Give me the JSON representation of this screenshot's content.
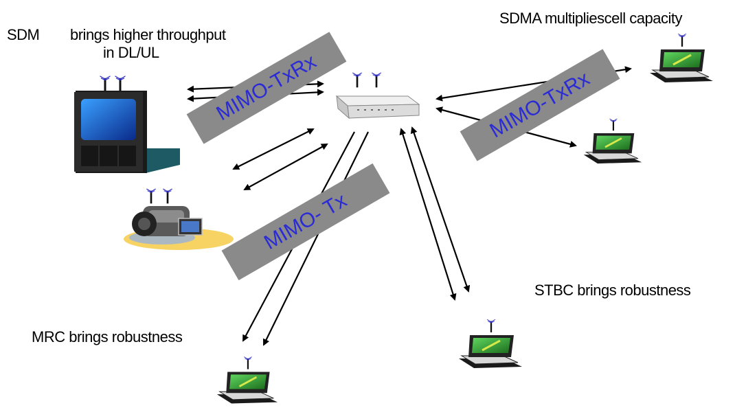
{
  "labels": {
    "sdm": "SDM",
    "sdm_desc_line1": "brings higher throughput",
    "sdm_desc_line2": "in DL/UL",
    "sdma": "SDMA multipliescell capacity",
    "stbc": "STBC brings robustness",
    "mrc": "MRC brings robustness"
  },
  "bands": {
    "upper_left": "MIMO-TxRx",
    "upper_right": "MIMO-TxRx",
    "lower": "MIMO- Tx"
  },
  "icons": {
    "access_point": "wireless-access-point",
    "tv": "television-with-antennas",
    "camera": "camcorder-with-antennas",
    "laptop": "laptop-with-antennas"
  },
  "colors": {
    "band_fill": "#8a8a8a",
    "band_text": "#2b2bd6",
    "antenna": "#2a2ac8",
    "screen_green": "#2e9a2e"
  }
}
